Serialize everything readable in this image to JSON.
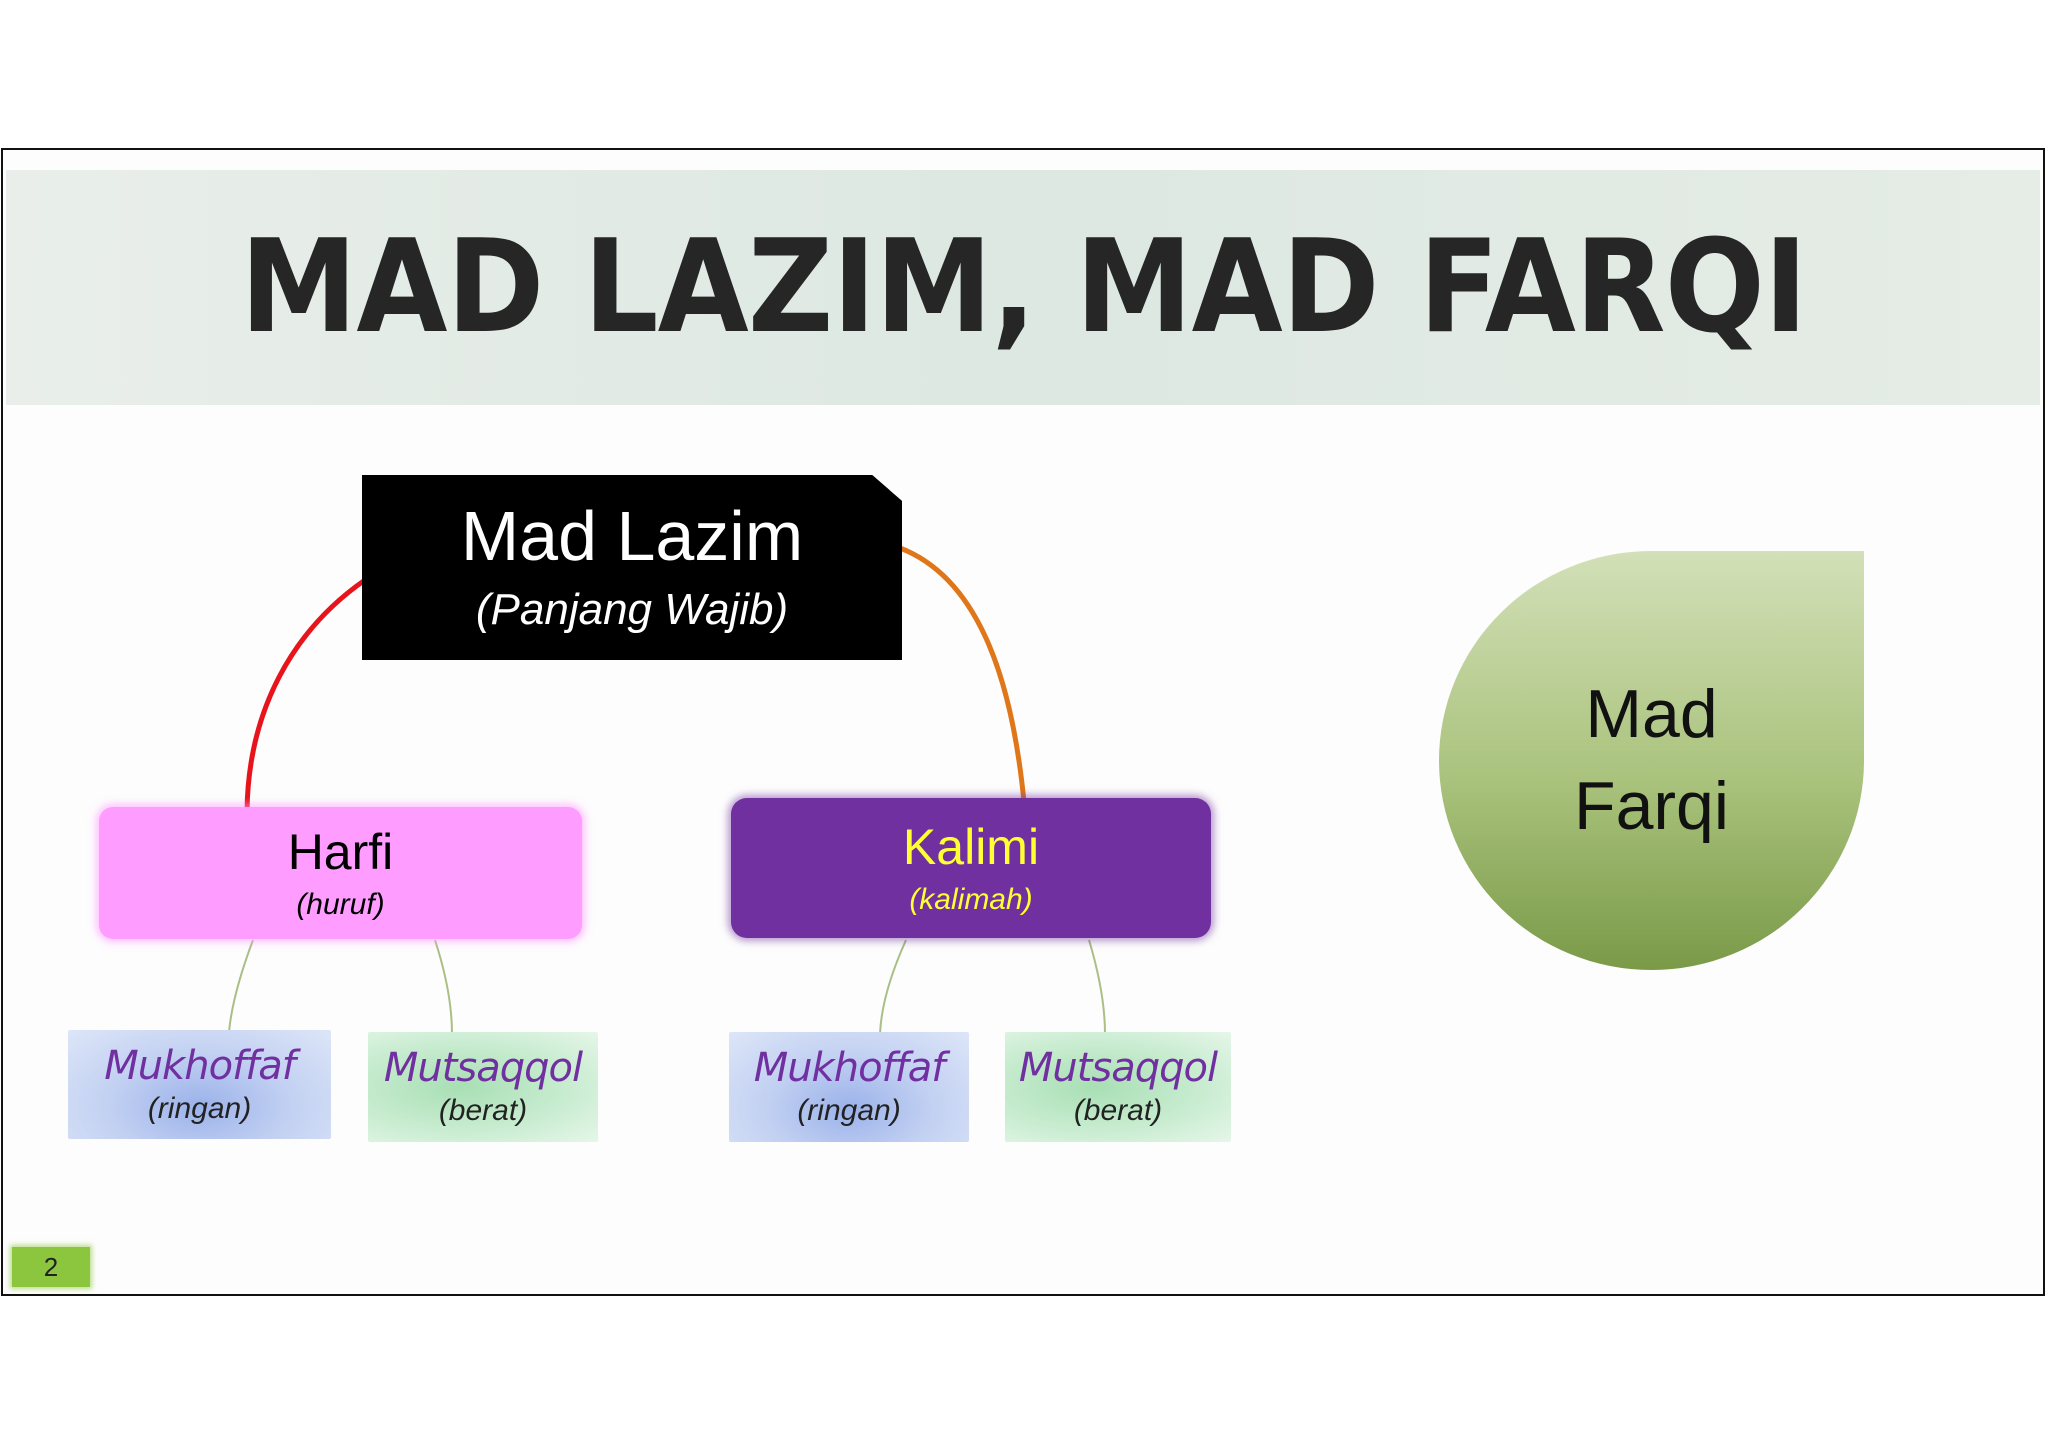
{
  "title": "MAD LAZIM, MAD FARQI",
  "root": {
    "label": "Mad Lazim",
    "sublabel": "(Panjang Wajib)"
  },
  "branches": [
    {
      "label": "Harfi",
      "sublabel": "(huruf)",
      "color": "#ff9cff",
      "connector_color": "#e8141b",
      "leaves": [
        {
          "label": "Mukhoffaf",
          "sublabel": "(ringan)"
        },
        {
          "label": "Mutsaqqol",
          "sublabel": "(berat)"
        }
      ]
    },
    {
      "label": "Kalimi",
      "sublabel": "(kalimah)",
      "color": "#7030a0",
      "connector_color": "#e0761a",
      "leaves": [
        {
          "label": "Mukhoffaf",
          "sublabel": "(ringan)"
        },
        {
          "label": "Mutsaqqol",
          "sublabel": "(berat)"
        }
      ]
    }
  ],
  "standalone": {
    "line1": "Mad",
    "line2": "Farqi"
  },
  "page_number": "2"
}
